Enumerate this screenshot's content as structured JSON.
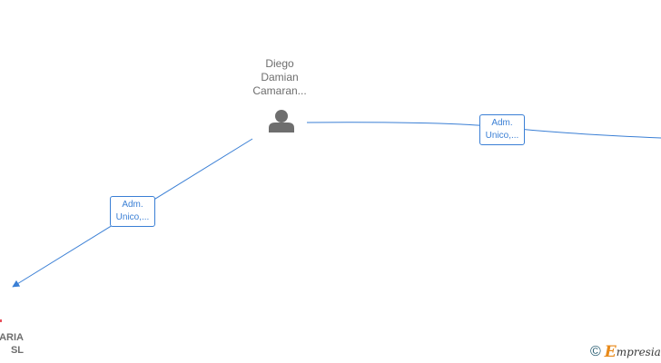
{
  "person": {
    "name_lines": [
      "Diego",
      "Damian",
      "Camaran..."
    ],
    "icon": "person-icon"
  },
  "edges": [
    {
      "label_lines": [
        "Adm.",
        "Unico,..."
      ]
    },
    {
      "label_lines": [
        "Adm.",
        "Unico,..."
      ]
    }
  ],
  "company": {
    "name_lines": [
      "ARIA",
      "SL"
    ]
  },
  "brand": {
    "copyright_symbol": "©",
    "initial": "E",
    "rest": "mpresia"
  },
  "colors": {
    "edge": "#3a7fd5",
    "node_text": "#6e6e6e",
    "icon": "#6e6e6e",
    "brand_accent": "#e88a1a"
  }
}
